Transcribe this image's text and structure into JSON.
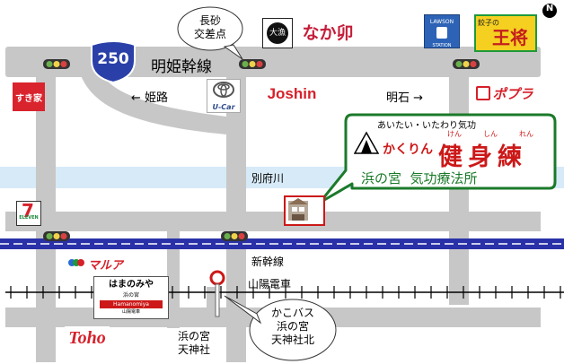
{
  "callouts": {
    "nagasago": [
      "長砂",
      "交差点"
    ],
    "bus_stop": [
      "かこバス",
      "浜の宮",
      "天神社北"
    ]
  },
  "roads": {
    "route_number": "250",
    "main_road": "明姫幹線",
    "direction_left": "← 姫路",
    "direction_right": "明石 →",
    "river": "別府川",
    "jr_line": "新幹線",
    "sanyo_line": "山陽電車"
  },
  "station": {
    "name_kana": "はまのみや",
    "name_kanji": "浜の宮",
    "name_roman": "Hamanomiya",
    "subline": "山陽電車"
  },
  "shrine": [
    "浜の宮",
    "天神社"
  ],
  "studio": {
    "tagline": "あいたい・いたわり気功",
    "brand_prefix": "かくりん",
    "brand_main": "健身練",
    "brand_ruby": [
      "けん",
      "しん",
      "れん"
    ],
    "place": "浜の宮  気功療法所"
  },
  "stores": {
    "kaisen": "大漁",
    "nakau": "なか卯",
    "lawson": "LAWSON",
    "lawson_sub": "STATION",
    "ohsho_top": "餃子の",
    "ohsho": "王将",
    "sukiya": "すき家",
    "toyota": "U-Car",
    "joshin": "Joshin",
    "poplar": "ポプラ",
    "seven": "7",
    "seven_sub": "ELEVEN",
    "marui": "マルアイ",
    "toho": "Toho"
  },
  "compass": "N",
  "colors": {
    "road": "#c7c7c7",
    "river": "#d7eaf8",
    "route_blue": "#2a3fa8",
    "rail_blue": "#2a31a8",
    "studio_border": "#1b7a2a",
    "studio_red": "#cc1818"
  }
}
